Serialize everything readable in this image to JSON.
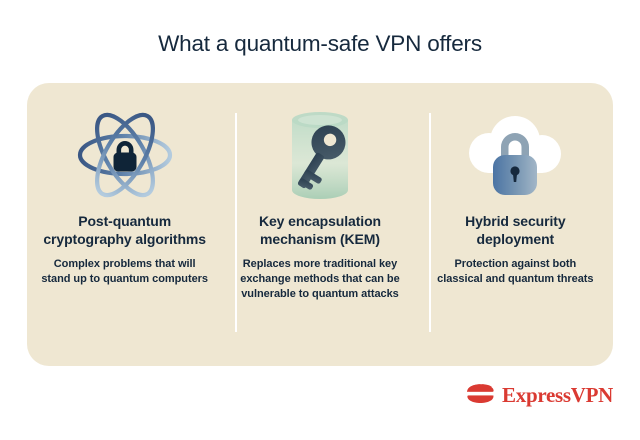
{
  "page": {
    "title": "What a quantum-safe VPN offers",
    "title_color": "#16293D",
    "background_color": "#FFFFFF",
    "card_background_color": "#EFE7D2",
    "divider_color": "#FFFFFF"
  },
  "columns": [
    {
      "icon": "atom-lock-icon",
      "heading": "Post-quantum cryptography algorithms",
      "body": "Complex problems that will stand up to quantum computers",
      "icon_colors": {
        "orbit_dark": "#3C5A86",
        "orbit_light": "#A9C4DA",
        "lock": "#0F2437"
      }
    },
    {
      "icon": "capsule-key-icon",
      "heading": "Key encapsulation mechanism (KEM)",
      "body": "Replaces more traditional key exchange methods that can be vulnerable to quantum attacks",
      "icon_colors": {
        "capsule": "#A8CDB5",
        "key": "#2B3E4E"
      }
    },
    {
      "icon": "cloud-lock-icon",
      "heading": "Hybrid security deployment",
      "body": "Protection against both classical and quantum threats",
      "icon_colors": {
        "cloud": "#FFFFFF",
        "lock_dark": "#4A73A3",
        "lock_light": "#9BB2C6",
        "shackle": "#8EA3B4",
        "keyhole": "#16293D"
      }
    }
  ],
  "brand": {
    "name": "ExpressVPN",
    "mark": "expressvpn-e-mark",
    "color": "#DA3A32"
  }
}
